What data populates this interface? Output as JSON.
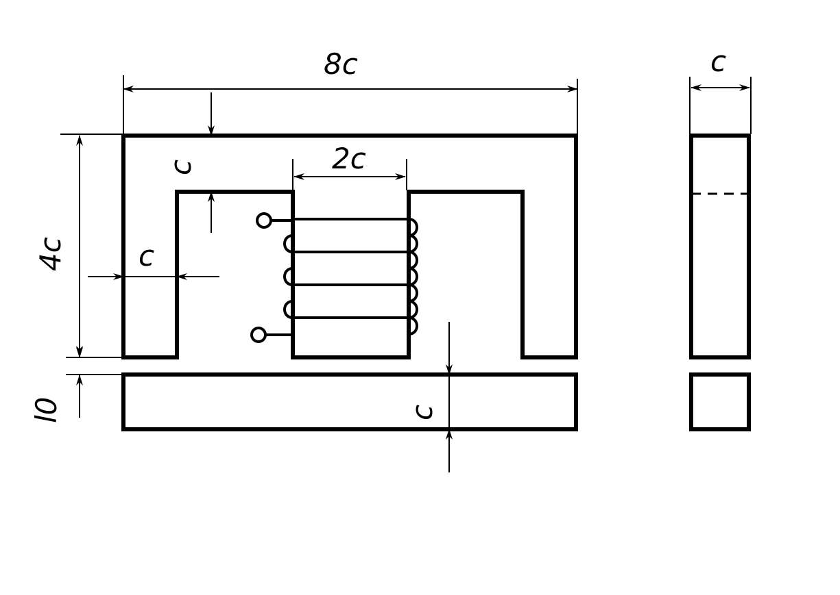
{
  "labels": {
    "overall_width": "8c",
    "yoke_thickness": "c",
    "window_height": "4c",
    "limb_width": "c",
    "coil_width": "2c",
    "gap": "l0",
    "bar_thickness": "c",
    "side_depth": "c"
  }
}
